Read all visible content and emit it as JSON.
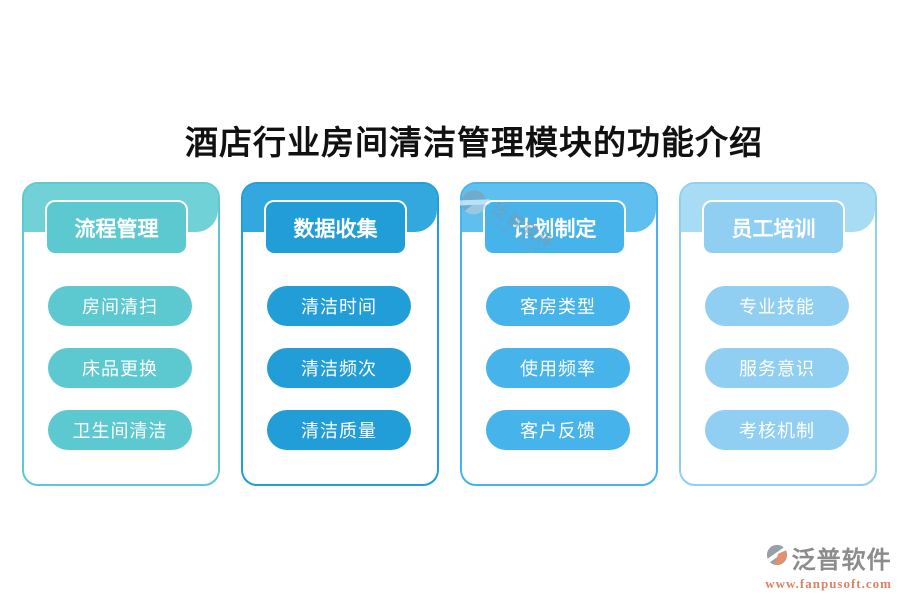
{
  "title": "酒店行业房间清洁管理模块的功能介绍",
  "cards": [
    {
      "title": "流程管理",
      "items": [
        "房间清扫",
        "床品更换",
        "卫生间清洁"
      ],
      "colors": {
        "band": "#70D1D7",
        "main": "#5CC9D1"
      }
    },
    {
      "title": "数据收集",
      "items": [
        "清洁时间",
        "清洁频次",
        "清洁质量"
      ],
      "colors": {
        "band": "#33A8DF",
        "main": "#219DD8"
      }
    },
    {
      "title": "计划制定",
      "items": [
        "客房类型",
        "使用频率",
        "客户反馈"
      ],
      "colors": {
        "band": "#5FC0EF",
        "main": "#47B3EB"
      }
    },
    {
      "title": "员工培训",
      "items": [
        "专业技能",
        "服务意识",
        "考核机制"
      ],
      "colors": {
        "band": "#A8DCF5",
        "main": "#90CFF2"
      }
    }
  ],
  "watermark": {
    "brand": "泛普软件",
    "brand_en": "FANPU SOFT",
    "color": "#7E9AAC"
  },
  "footer": {
    "brand": "泛普软件",
    "url": "www.fanpusoft.com",
    "brand_color": "#8C8C8C",
    "url_color": "#DE8166"
  }
}
